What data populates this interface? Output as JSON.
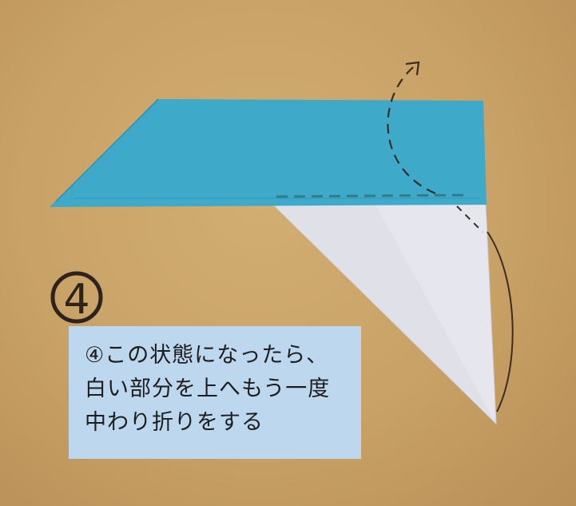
{
  "step_marker": "④",
  "caption": {
    "lines": [
      "④この状態になったら、",
      "白い部分を上へもう一度",
      "中わり折りをする"
    ]
  },
  "colors": {
    "background": "#c8a166",
    "blue_paper": "#3fa9c9",
    "white_paper": "#e6e6ee",
    "caption_bg": "#bdd7ee",
    "pencil": "#3a2e24"
  }
}
